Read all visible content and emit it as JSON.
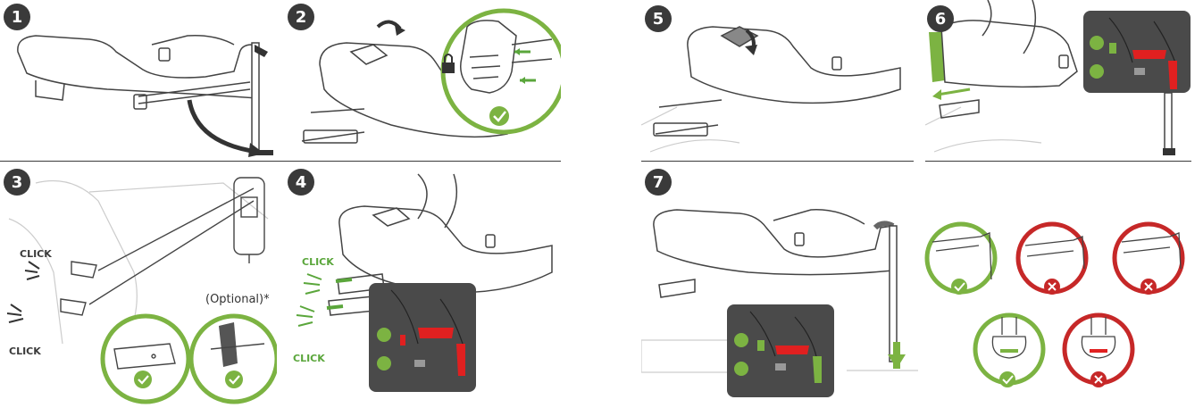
{
  "steps": {
    "s1": "1",
    "s2": "2",
    "s3": "3",
    "s4": "4",
    "s5": "5",
    "s6": "6",
    "s7": "7"
  },
  "labels": {
    "click": "CLICK",
    "optional": "(Optional)*"
  },
  "colors": {
    "ok_green": "#7cb342",
    "click_green": "#5aa63b",
    "error_red": "#c62828",
    "indicator_red": "#e02020",
    "indicator_panel": "#4a4a4a",
    "line": "#444444"
  },
  "icons": {
    "ok": "check-circle-icon",
    "error": "cross-circle-icon",
    "lock": "padlock-icon"
  }
}
